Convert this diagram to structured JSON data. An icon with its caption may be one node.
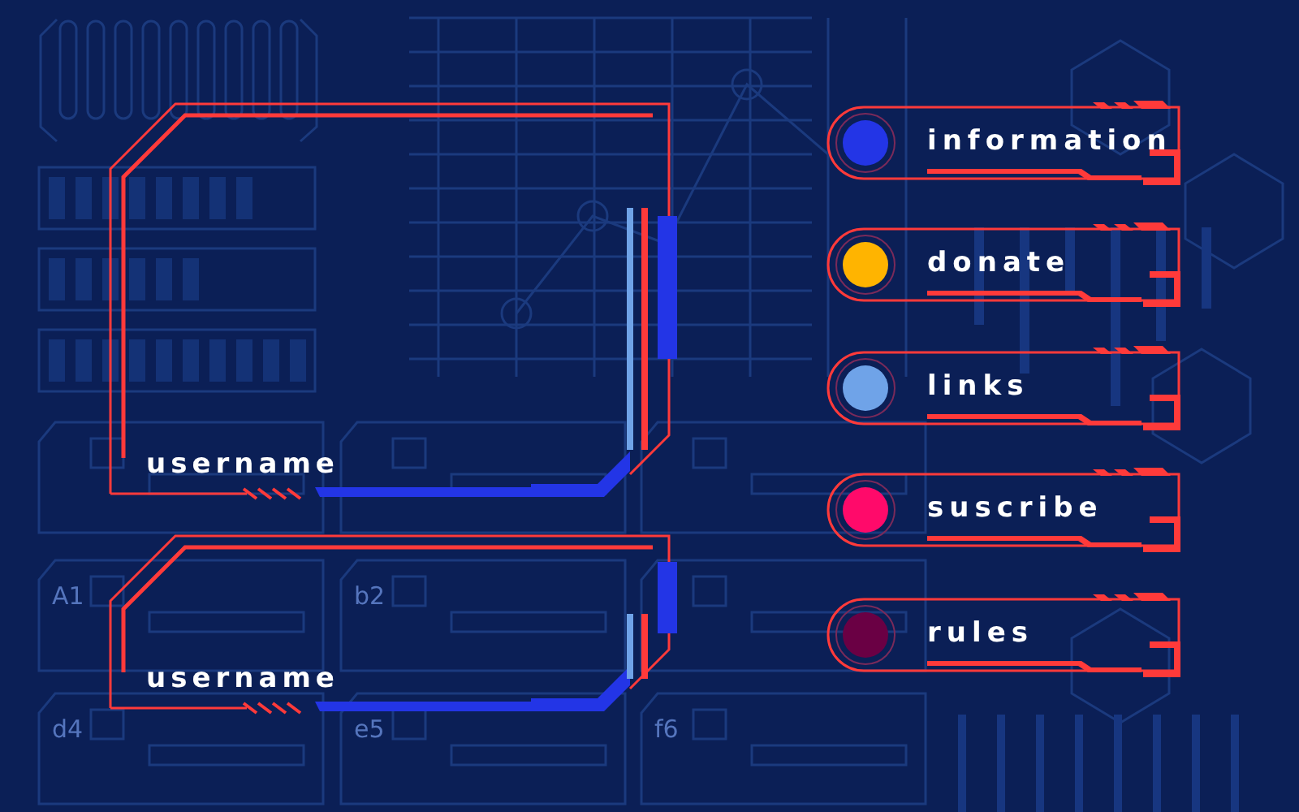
{
  "diagram": {
    "nodes": [
      {
        "text": [
          "username"
        ]
      },
      {
        "text": [
          "username"
        ]
      },
      {
        "text": [
          "information"
        ]
      },
      {
        "text": [
          "donate"
        ]
      },
      {
        "text": [
          "links"
        ]
      },
      {
        "text": [
          "suscribe"
        ]
      },
      {
        "text": [
          "rules"
        ]
      }
    ],
    "labels": [
      "A1",
      "b2",
      "d4",
      "e5",
      "f6"
    ]
  }
}
